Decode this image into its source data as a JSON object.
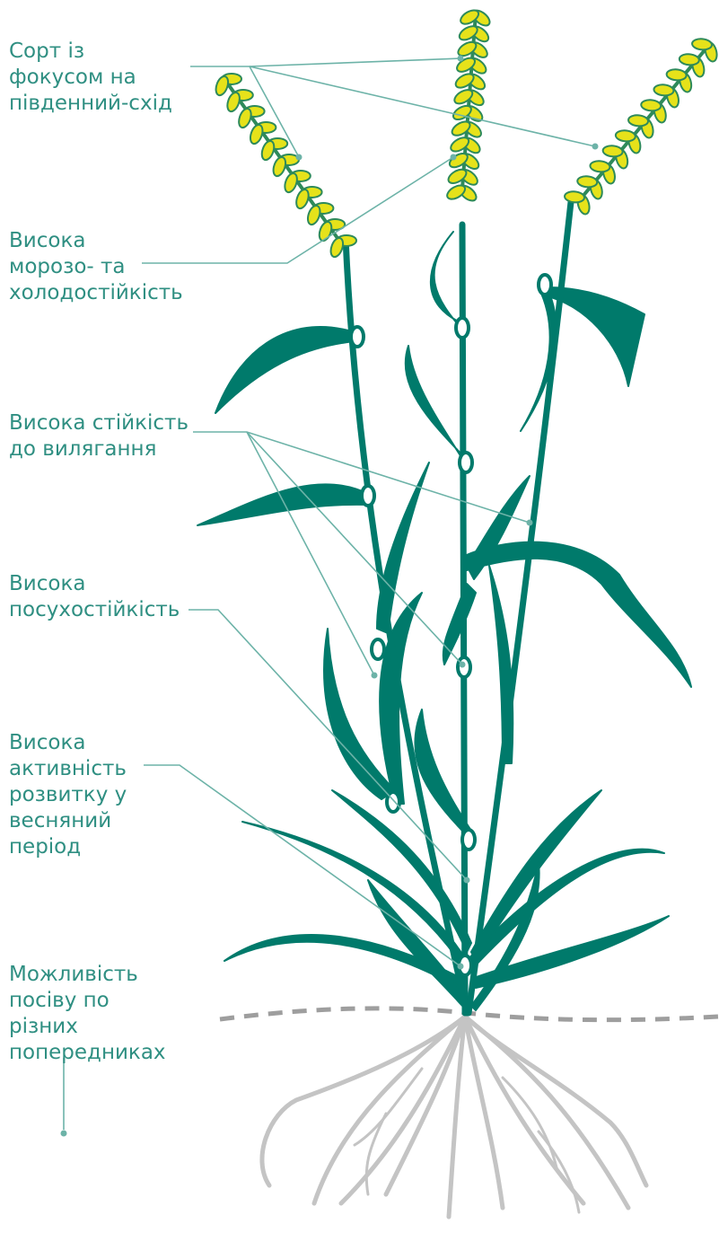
{
  "colors": {
    "text": "#2f8f82",
    "leader": "#6db3a8",
    "stem": "#007a6b",
    "spike_yellow": "#e6e21a",
    "spike_green": "#2e8a5a",
    "soil": "#9e9e9e",
    "roots": "#c4c4c4"
  },
  "labels": [
    "Сорт із\nфокусом на\nпівденний-схід",
    "Висока\nморозо- та\nхолодостійкість",
    "Висока стійкість\nдо вилягання",
    "Висока\nпосухостійкість",
    "Висока\nактивність\nрозвитку у\nвесняний\nперіод",
    "Можливість\nпосіву по\nрізних\nпопередниках"
  ]
}
